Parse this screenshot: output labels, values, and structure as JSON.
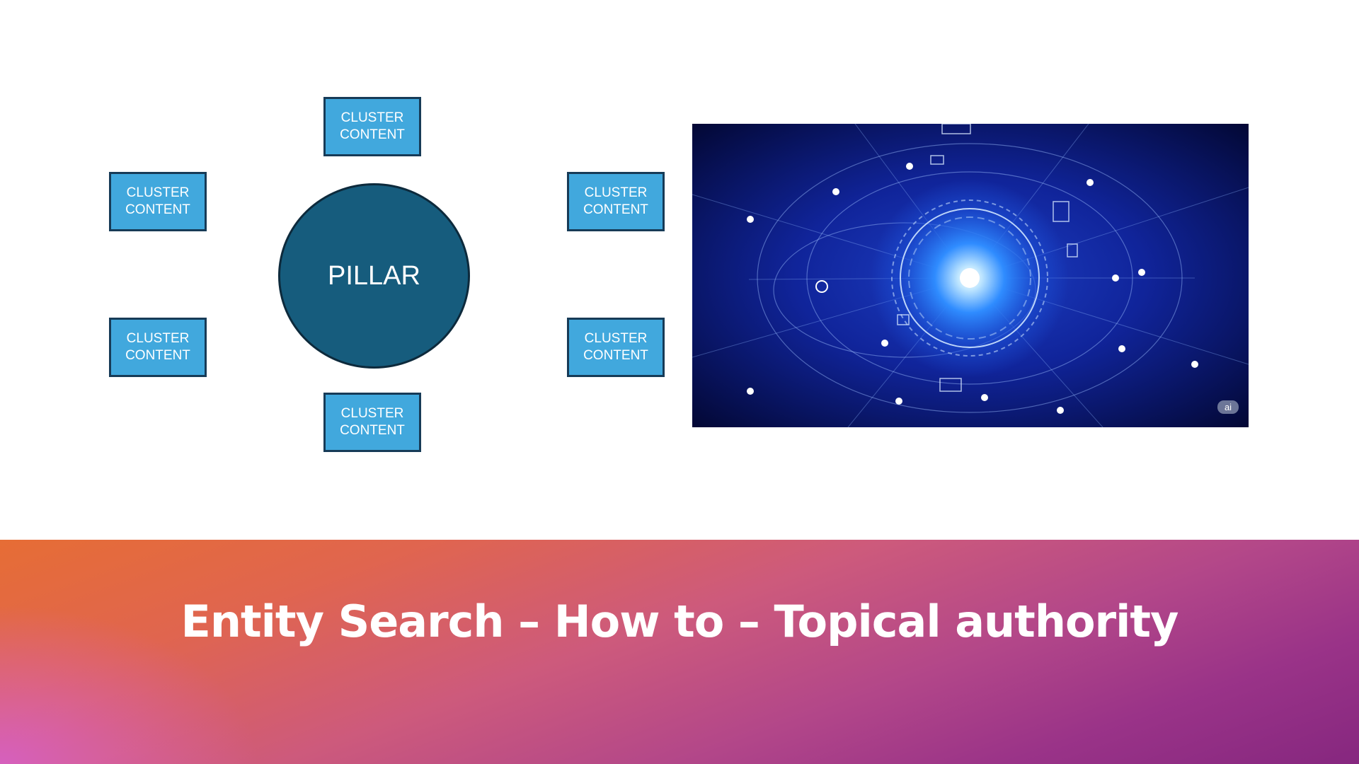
{
  "diagram": {
    "pillar_label": "PILLAR",
    "clusters": [
      {
        "line1": "CLUSTER",
        "line2": "CONTENT"
      },
      {
        "line1": "CLUSTER",
        "line2": "CONTENT"
      },
      {
        "line1": "CLUSTER",
        "line2": "CONTENT"
      },
      {
        "line1": "CLUSTER",
        "line2": "CONTENT"
      },
      {
        "line1": "CLUSTER",
        "line2": "CONTENT"
      },
      {
        "line1": "CLUSTER",
        "line2": "CONTENT"
      }
    ]
  },
  "image": {
    "badge": "ai"
  },
  "banner": {
    "title": "Entity Search – How to – Topical authority"
  },
  "colors": {
    "cluster_fill": "#41a8dd",
    "cluster_border": "#173b57",
    "pillar_fill": "#165c7d",
    "banner_start": "#e66d35",
    "banner_end": "#86277f"
  }
}
